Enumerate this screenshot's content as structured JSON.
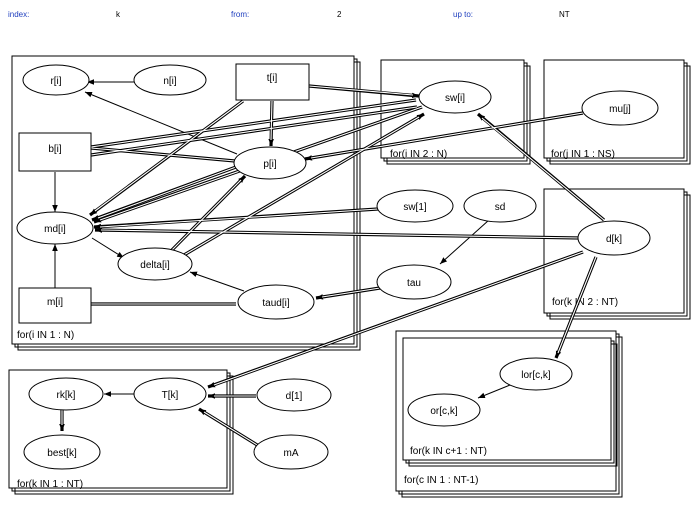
{
  "header": {
    "index_label": "index:",
    "index_value": "k",
    "from_label": "from:",
    "from_value": "2",
    "upto_label": "up to:",
    "upto_value": "NT",
    "label_color": "#1f3fbf"
  },
  "plates": {
    "i_1_N": "for(i IN 1 : N)",
    "i_2_N": "for(i IN 2 : N)",
    "j_1_NS": "for(j IN 1 : NS)",
    "k_2_NT": "for(k IN 2 : NT)",
    "k_c1_NT": "for(k IN c+1 : NT)",
    "c_1_NT1": "for(c IN 1 : NT-1)",
    "k_1_NT": "for(k IN 1 : NT)"
  },
  "nodes": {
    "r_i": "r[i]",
    "n_i": "n[i]",
    "t_i": "t[i]",
    "sw_i": "sw[i]",
    "mu_j": "mu[j]",
    "b_i": "b[i]",
    "p_i": "p[i]",
    "md_i": "md[i]",
    "delta_i": "delta[i]",
    "sw_1": "sw[1]",
    "sd": "sd",
    "d_k": "d[k]",
    "tau": "tau",
    "m_i": "m[i]",
    "taud_i": "taud[i]",
    "lor_ck": "lor[c,k]",
    "or_ck": "or[c,k]",
    "rk_k": "rk[k]",
    "T_k": "T[k]",
    "d_1": "d[1]",
    "best_k": "best[k]",
    "mA": "mA"
  }
}
